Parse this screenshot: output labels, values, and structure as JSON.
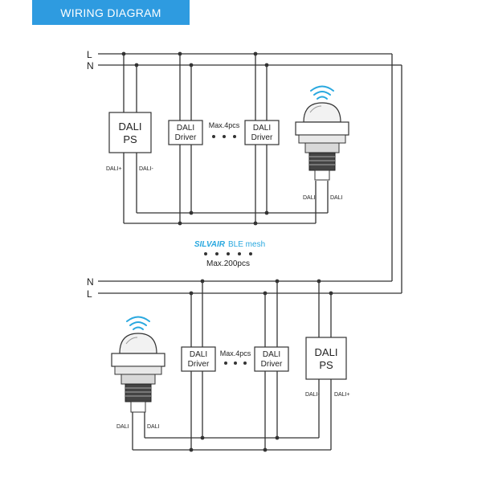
{
  "header": {
    "title": "WIRING DIAGRAM"
  },
  "colors": {
    "accent": "#2e9be0",
    "wire": "#333333",
    "brand": "#29a8df"
  },
  "top": {
    "line_l": "L",
    "line_n": "N",
    "ps": {
      "line1": "DALI",
      "line2": "PS",
      "pin_a": "DALI+",
      "pin_b": "DALI-"
    },
    "driver1": {
      "line1": "DALI",
      "line2": "Driver"
    },
    "driver2": {
      "line1": "DALI",
      "line2": "Driver"
    },
    "max_label": "Max.4pcs",
    "sensor": {
      "pin_a": "DALI",
      "pin_b": "DALI"
    }
  },
  "mesh": {
    "brand": "SILVAIR",
    "label": "BLE mesh",
    "max_label": "Max.200pcs"
  },
  "bottom": {
    "line_n": "N",
    "line_l": "L",
    "sensor": {
      "pin_a": "DALI",
      "pin_b": "DALI"
    },
    "driver1": {
      "line1": "DALI",
      "line2": "Driver"
    },
    "driver2": {
      "line1": "DALI",
      "line2": "Driver"
    },
    "max_label": "Max.4pcs",
    "ps": {
      "line1": "DALI",
      "line2": "PS",
      "pin_a": "DALI-",
      "pin_b": "DALI+"
    }
  }
}
